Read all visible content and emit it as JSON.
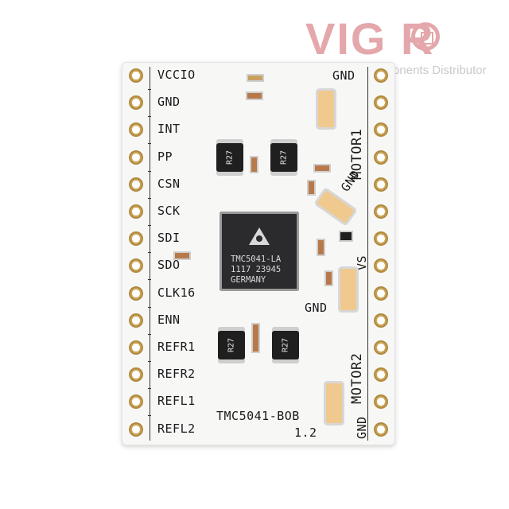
{
  "watermark": {
    "brand": "VIG   R",
    "tagline": "Electronic Components Distributor",
    "color": "#e4a7ab"
  },
  "board": {
    "left_pins": [
      "VCCIO",
      "GND",
      "INT",
      "PP",
      "CSN",
      "SCK",
      "SDI",
      "SDO",
      "CLK16",
      "ENN",
      "REFR1",
      "REFR2",
      "REFL1",
      "REFL2"
    ],
    "right_labels": {
      "gnd_top": "GND",
      "motor1": "MOTOR1",
      "gnd_mid": "GND",
      "vs": "VS",
      "gnd_lower": "GND",
      "motor2": "MOTOR2",
      "gnd_bottom": "GND"
    },
    "chip": {
      "line1": "TMC5041-LA",
      "line2": "1117 23945",
      "line3": "GERMANY"
    },
    "resistor_label": "R27",
    "board_name": "TMC5041-BOB",
    "board_version": "1.2"
  }
}
